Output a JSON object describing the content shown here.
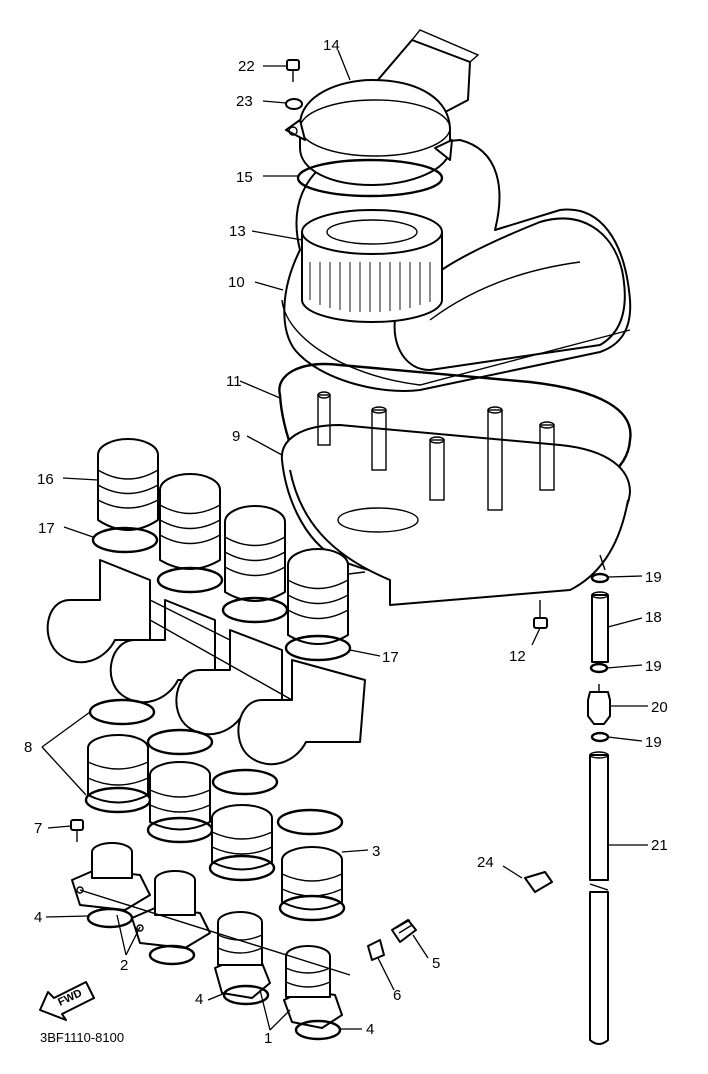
{
  "diagram": {
    "figure_code": "3BF1110-8100",
    "fwd_label": "FWD",
    "callouts": {
      "c1": "1",
      "c2": "2",
      "c3": "3",
      "c4a": "4",
      "c4b": "4",
      "c4c": "4",
      "c5": "5",
      "c6": "6",
      "c7": "7",
      "c8": "8",
      "c9": "9",
      "c10": "10",
      "c11": "11",
      "c12": "12",
      "c13": "13",
      "c14": "14",
      "c15": "15",
      "c16": "16",
      "c17a": "17",
      "c17b": "17",
      "c18": "18",
      "c19a": "19",
      "c19b": "19",
      "c19c": "19",
      "c20": "20",
      "c21": "21",
      "c22": "22",
      "c23": "23",
      "c24": "24"
    }
  }
}
